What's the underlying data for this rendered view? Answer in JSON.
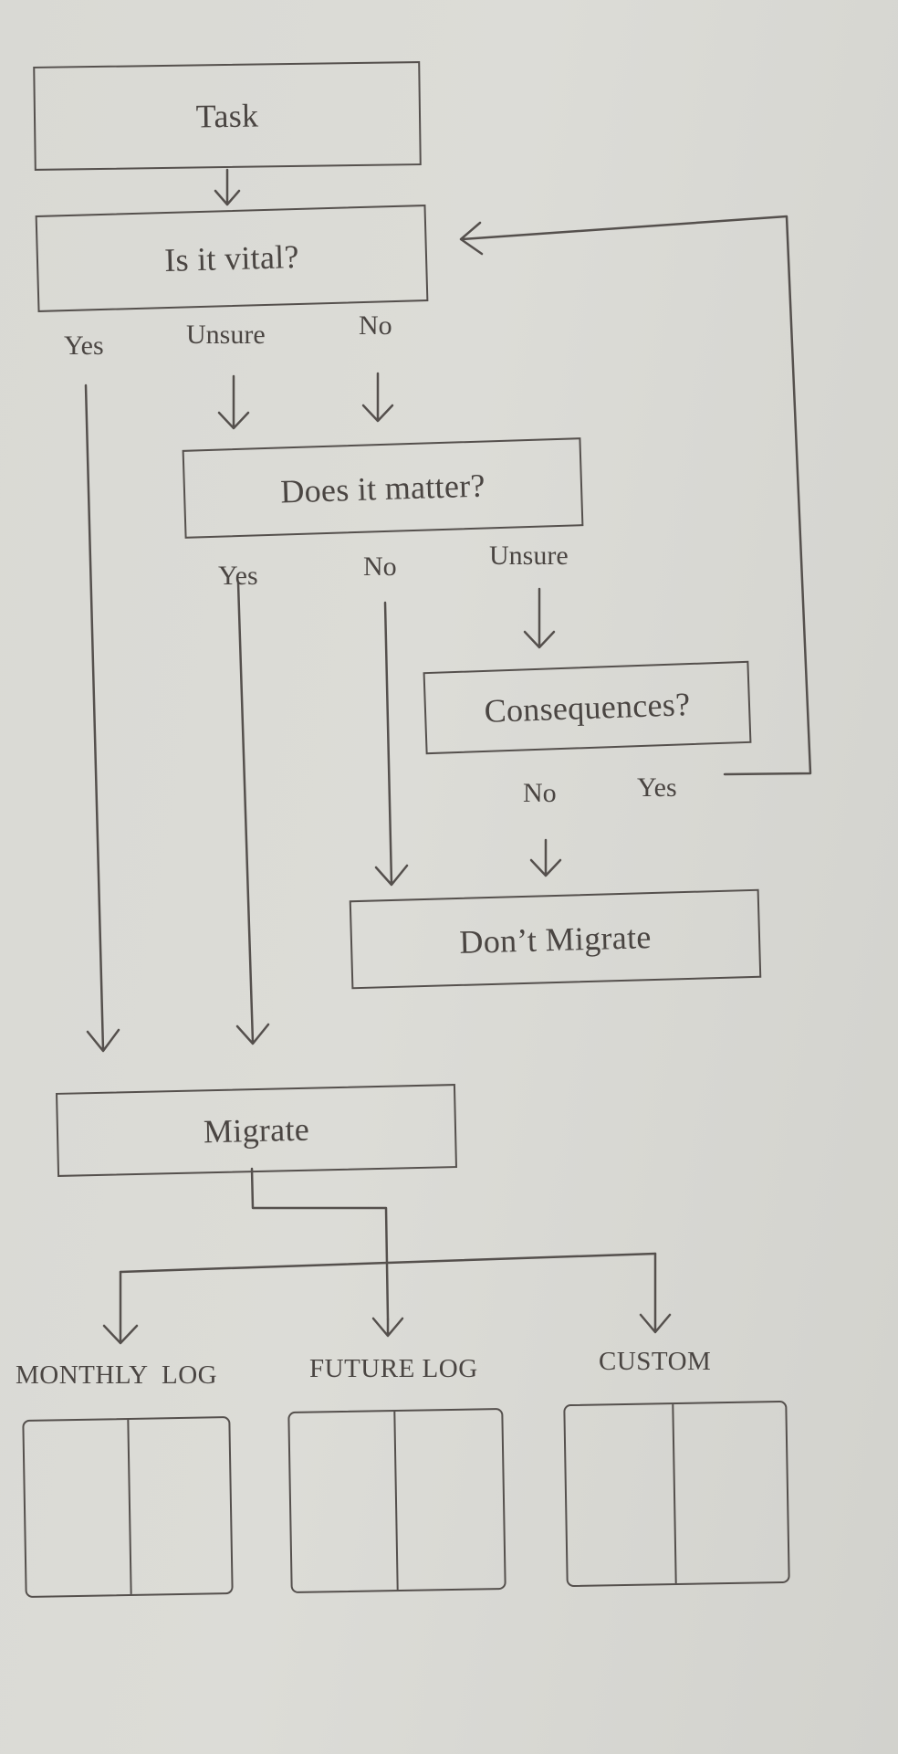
{
  "nodes": {
    "task": "Task",
    "vital": "Is it vital?",
    "matter": "Does it matter?",
    "consequences": "Consequences?",
    "dont_migrate": "Don’t Migrate",
    "migrate": "Migrate"
  },
  "edge_labels": {
    "vital_yes": "Yes",
    "vital_unsure": "Unsure",
    "vital_no": "No",
    "matter_yes": "Yes",
    "matter_no": "No",
    "matter_unsure": "Unsure",
    "consequences_no": "No",
    "consequences_yes": "Yes"
  },
  "destinations": {
    "monthly": "MONTHLY  LOG",
    "future": "FUTURE LOG",
    "custom": "CUSTOM"
  },
  "colors": {
    "paper": "#d9d9d4",
    "ink": "#55504d"
  }
}
